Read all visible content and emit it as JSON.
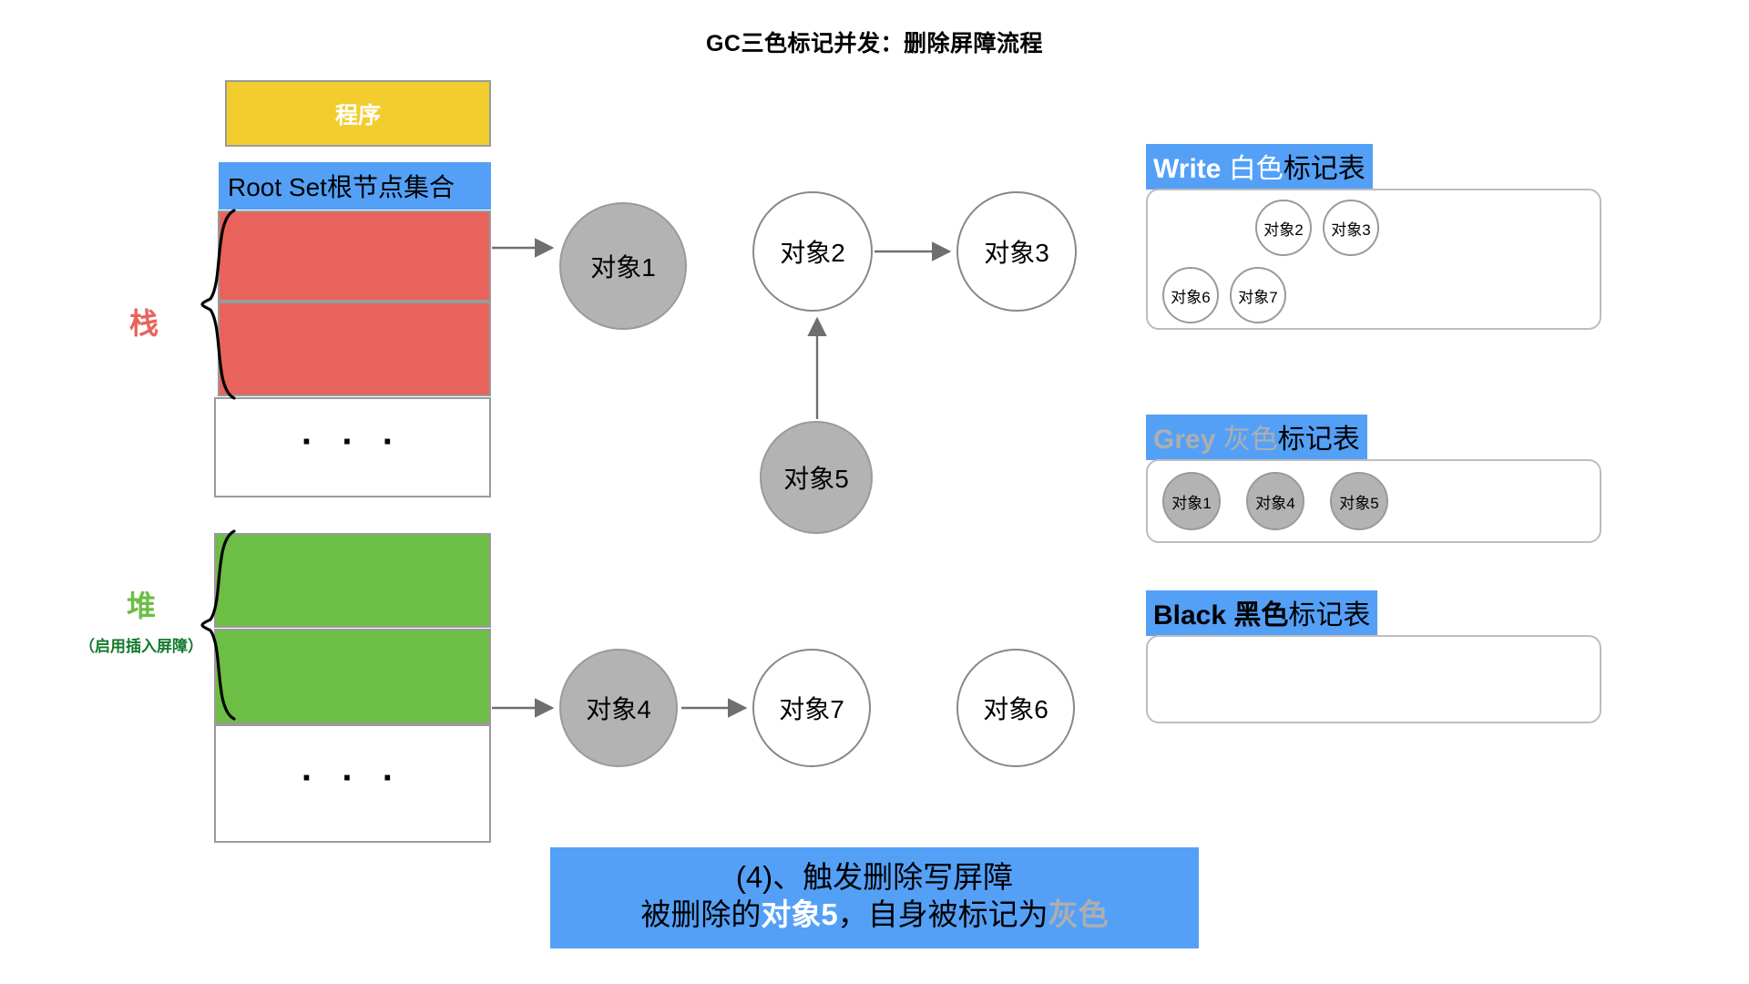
{
  "title": "GC三色标记并发：删除屏障流程",
  "memory": {
    "program_label": "程序",
    "root_set_label": "Root Set根节点集合",
    "ellipsis": "· · ·",
    "stack_label": "栈",
    "heap_label": "堆",
    "heap_sublabel": "（启用插入屏障）"
  },
  "graph": {
    "nodes": [
      {
        "id": "obj1",
        "label": "对象1",
        "color": "grey"
      },
      {
        "id": "obj2",
        "label": "对象2",
        "color": "white"
      },
      {
        "id": "obj3",
        "label": "对象3",
        "color": "white"
      },
      {
        "id": "obj5",
        "label": "对象5",
        "color": "grey"
      },
      {
        "id": "obj4",
        "label": "对象4",
        "color": "grey"
      },
      {
        "id": "obj7",
        "label": "对象7",
        "color": "white"
      },
      {
        "id": "obj6",
        "label": "对象6",
        "color": "white"
      }
    ],
    "edges": [
      {
        "from": "root-set-stack",
        "to": "obj1"
      },
      {
        "from": "obj2",
        "to": "obj3"
      },
      {
        "from": "obj5",
        "to": "obj2"
      },
      {
        "from": "heap-slot",
        "to": "obj4"
      },
      {
        "from": "obj4",
        "to": "obj7"
      }
    ]
  },
  "tables": {
    "white": {
      "key": "Write",
      "color_word": "白色",
      "rest": "标记表",
      "items": [
        "对象2",
        "对象3",
        "对象6",
        "对象7"
      ]
    },
    "grey": {
      "key": "Grey",
      "color_word": "灰色",
      "rest": "标记表",
      "items": [
        "对象1",
        "对象4",
        "对象5"
      ]
    },
    "black": {
      "key": "Black",
      "color_word": "黑色",
      "rest": "标记表",
      "items": []
    }
  },
  "caption": {
    "line1": "(4)、触发删除写屏障",
    "line2_a": "被删除的",
    "line2_b": "对象5",
    "line2_c": "，自身被标记为",
    "line2_d": "灰色"
  },
  "colors": {
    "program": "#f2cd2e",
    "root_set": "#54a0f7",
    "stack": "#e8635b",
    "heap": "#6cbe45",
    "grey_node": "#b3b3b3",
    "accent_blue": "#54a0f7"
  }
}
